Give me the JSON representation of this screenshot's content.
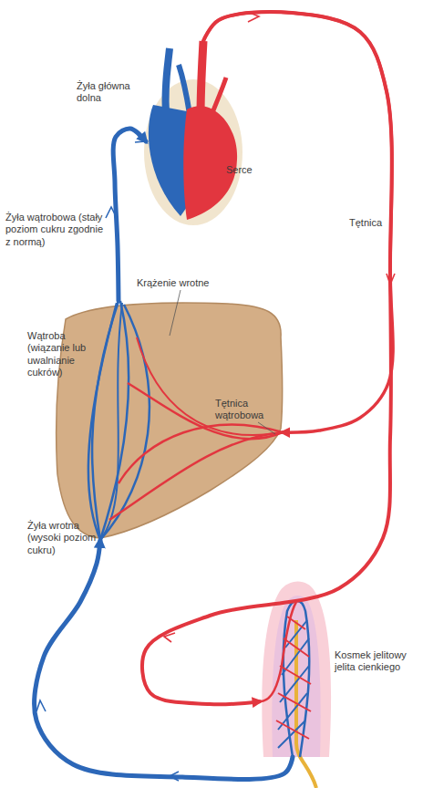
{
  "diagram": {
    "nodes": [
      {
        "text": [
          "Serce"
        ]
      },
      {
        "text": [
          "Wątroba (wiązanie lub uwalnianie cukrów)"
        ]
      },
      {
        "text": [
          "Kosmek jelitowy jelita cienkiego"
        ]
      }
    ],
    "edges": [
      {
        "from": 0,
        "to": 2,
        "label": "Tętnica",
        "arrow": "to"
      },
      {
        "from": 0,
        "to": 1,
        "label": "Tętnica wątrobowa",
        "arrow": "to"
      },
      {
        "from": 2,
        "to": 1,
        "label": "Żyła wrotna (wysoki poziom cukru)",
        "arrow": "to"
      },
      {
        "from": 1,
        "to": 0,
        "label": "Żyła wątrobowa (stały poziom cukru zgodnie z normą)",
        "arrow": "to"
      }
    ],
    "labels": [
      "Żyła główna dolna",
      "Krążenie wrotne"
    ]
  }
}
